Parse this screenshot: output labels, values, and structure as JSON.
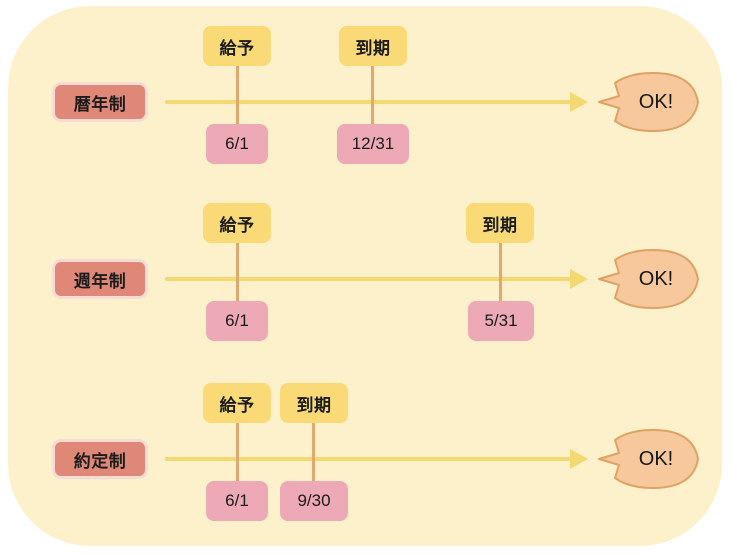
{
  "panel": {
    "background_color": "#fdf1cb",
    "corner_radius": "82px"
  },
  "colors": {
    "panel_background": "#fdf1cb",
    "system_label": "#e08878",
    "system_label_border": "#f7dcd6",
    "event_label": "#fada77",
    "date_box": "#eda9b5",
    "timeline": "#f4d871",
    "tick": "#dfa96e",
    "balloon_fill": "#f7c89c",
    "balloon_stroke": "#e0a263",
    "text": "#1b1b1b"
  },
  "rows": [
    {
      "system_label": "暦年制",
      "events": [
        {
          "label": "給予",
          "date": "6/1"
        },
        {
          "label": "到期",
          "date": "12/31"
        }
      ],
      "result": "OK!"
    },
    {
      "system_label": "週年制",
      "events": [
        {
          "label": "給予",
          "date": "6/1"
        },
        {
          "label": "到期",
          "date": "5/31"
        }
      ],
      "result": "OK!"
    },
    {
      "system_label": "約定制",
      "events": [
        {
          "label": "給予",
          "date": "6/1"
        },
        {
          "label": "到期",
          "date": "9/30"
        }
      ],
      "result": "OK!"
    }
  ]
}
